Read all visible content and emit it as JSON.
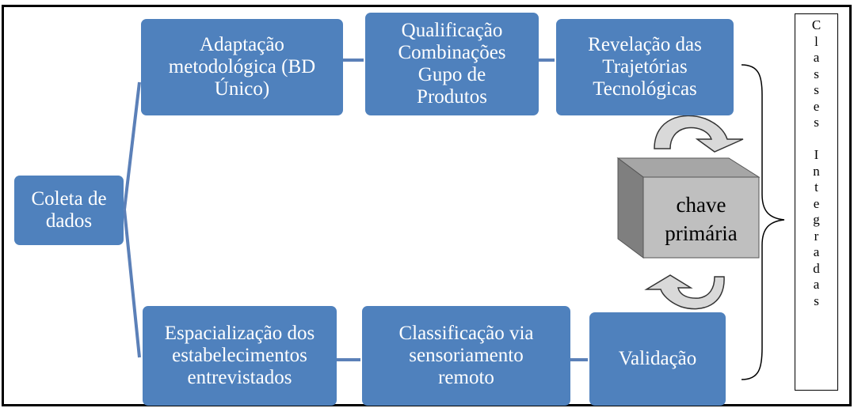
{
  "nodes": {
    "coleta": "Coleta de\ndados",
    "adaptacao": "Adaptação\nmetodológica (BD\nÚnico)",
    "qualificacao": "Qualificação\nCombinações\nGupo de\nProdutos",
    "revelacao": "Revelação das\nTrajetórias\nTecnológicas",
    "espacializacao": "Espacialização dos\nestabelecimentos\nentrevistados",
    "classificacao": "Classificação via\nsensoriamento\nremoto",
    "validacao": "Validação"
  },
  "cube": {
    "line1": "chave",
    "line2": "primária"
  },
  "side_panel": {
    "text": "C\nl\na\ns\ns\ne\ns\n\nI\nn\nt\ne\ng\nr\na\nd\na\ns"
  },
  "colors": {
    "box_fill": "#4f81bd",
    "connector": "#5b80b8",
    "box_text": "#ffffff"
  }
}
